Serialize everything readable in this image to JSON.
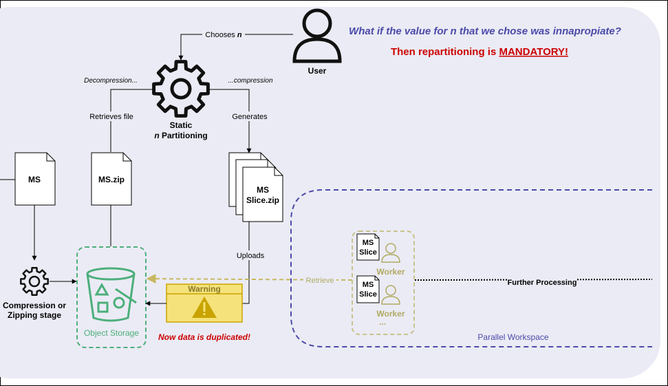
{
  "question": "What if the value for n that we chose was innapropiate?",
  "answer_prefix": "Then repartitioning is",
  "answer_emphasis": "MANDATORY!",
  "user_label": "User",
  "chooses_prefix": "Chooses",
  "chooses_var": "n",
  "decompression_label": "Decompression...",
  "compression_label": "...compression",
  "partitioning_line1": "Static",
  "partitioning_var": "n",
  "partitioning_line2": "Partitioning",
  "retrieves_file_label": "Retrieves file",
  "generates_label": "Generates",
  "ms_label": "MS",
  "ms_zip_label": "MS.zip",
  "ms_slice_zip_line1": "MS",
  "ms_slice_zip_line2": "Slice.zip",
  "uploads_label": "Uploads",
  "compression_stage_line1": "Compression or",
  "compression_stage_line2": "Zipping stage",
  "object_storage_label": "Object Storage",
  "warning_title": "Warning",
  "duplicated_label": "Now data is duplicated!",
  "retrieve_label": "Retrieve",
  "slice_line1": "MS",
  "slice_line2": "Slice",
  "worker_label": "Worker",
  "worker_more": "...",
  "further_processing_label": "Further Processing",
  "parallel_workspace_label": "Parallel Workspace",
  "colors": {
    "background_panel": "#ebebf5",
    "question_text": "#4a4aa8",
    "answer_text": "#cc0000",
    "storage_green": "#4caf7a",
    "warning_fill": "#f5e27a",
    "warning_stroke": "#c9a400",
    "worker_olive": "#b0aa62",
    "retrieve_arrow": "#c8b860",
    "workspace_border": "#4a4aa8"
  }
}
